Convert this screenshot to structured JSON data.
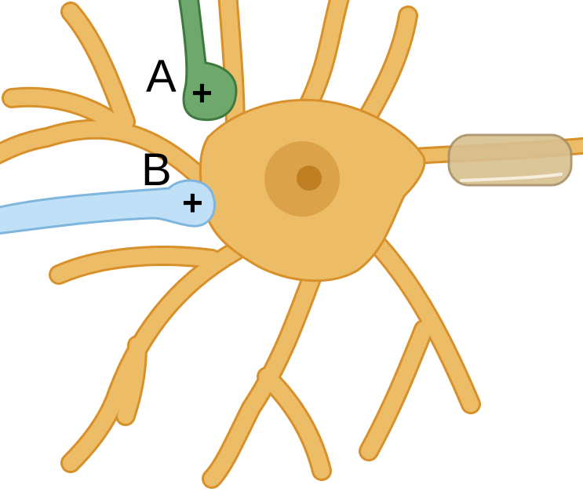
{
  "diagram": {
    "labels": {
      "a": "A",
      "b": "B"
    },
    "terminal_signs": {
      "a": "+",
      "b": "+"
    },
    "colors": {
      "neuron_fill": "#ECBC66",
      "neuron_outline": "#D8902A",
      "nucleus": "#DCA24A",
      "nucleolus": "#BE7E22",
      "terminal_a_fill": "#6FA86C",
      "terminal_a_outline": "#3E7A40",
      "terminal_b_fill": "#BFE0F6",
      "terminal_b_outline": "#7EB6DE",
      "myelin_fill": "#D8C090",
      "myelin_outline": "#A89066"
    },
    "icons": [
      "neuron-soma",
      "dendrite",
      "axon",
      "myelin-sheath",
      "axon-terminal-a",
      "axon-terminal-b"
    ]
  }
}
